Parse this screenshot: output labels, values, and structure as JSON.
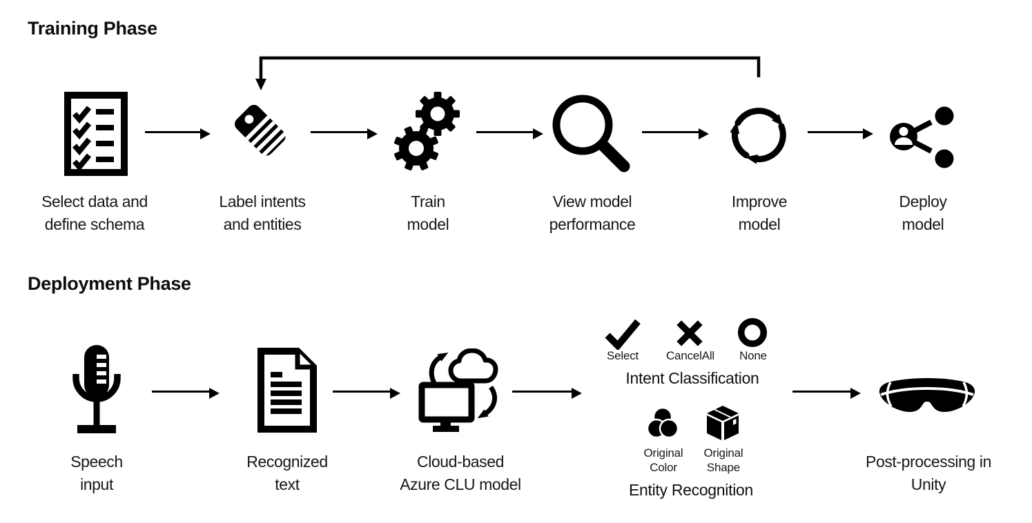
{
  "colors": {
    "ink": "#000000",
    "background": "#ffffff"
  },
  "training": {
    "title": "Training Phase",
    "steps": [
      {
        "icon": "checklist-icon",
        "label": "Select data and\ndefine schema"
      },
      {
        "icon": "tag-icon",
        "label": "Label intents\nand entities"
      },
      {
        "icon": "gears-icon",
        "label": "Train\nmodel"
      },
      {
        "icon": "magnifier-icon",
        "label": "View model\nperformance"
      },
      {
        "icon": "sync-icon",
        "label": "Improve\nmodel"
      },
      {
        "icon": "share-person-icon",
        "label": "Deploy\nmodel"
      }
    ],
    "feedback_arrow": "Improve model to Label intents and entities"
  },
  "deployment": {
    "title": "Deployment Phase",
    "steps": [
      {
        "icon": "microphone-icon",
        "label": "Speech\ninput"
      },
      {
        "icon": "document-icon",
        "label": "Recognized\ntext"
      },
      {
        "icon": "cloud-sync-icon",
        "label": "Cloud-based\nAzure CLU model"
      },
      {
        "icon": "hololens-icon",
        "label": "Post-processing in\nUnity"
      }
    ],
    "intent_classification": {
      "caption": "Intent Classification",
      "items": [
        {
          "icon": "check-icon",
          "label": "Select"
        },
        {
          "icon": "cross-icon",
          "label": "CancelAll"
        },
        {
          "icon": "circle-icon",
          "label": "None"
        }
      ]
    },
    "entity_recognition": {
      "caption": "Entity Recognition",
      "items": [
        {
          "icon": "color-circles-icon",
          "label": "Original\nColor"
        },
        {
          "icon": "cube-icon",
          "label": "Original\nShape"
        }
      ]
    }
  }
}
